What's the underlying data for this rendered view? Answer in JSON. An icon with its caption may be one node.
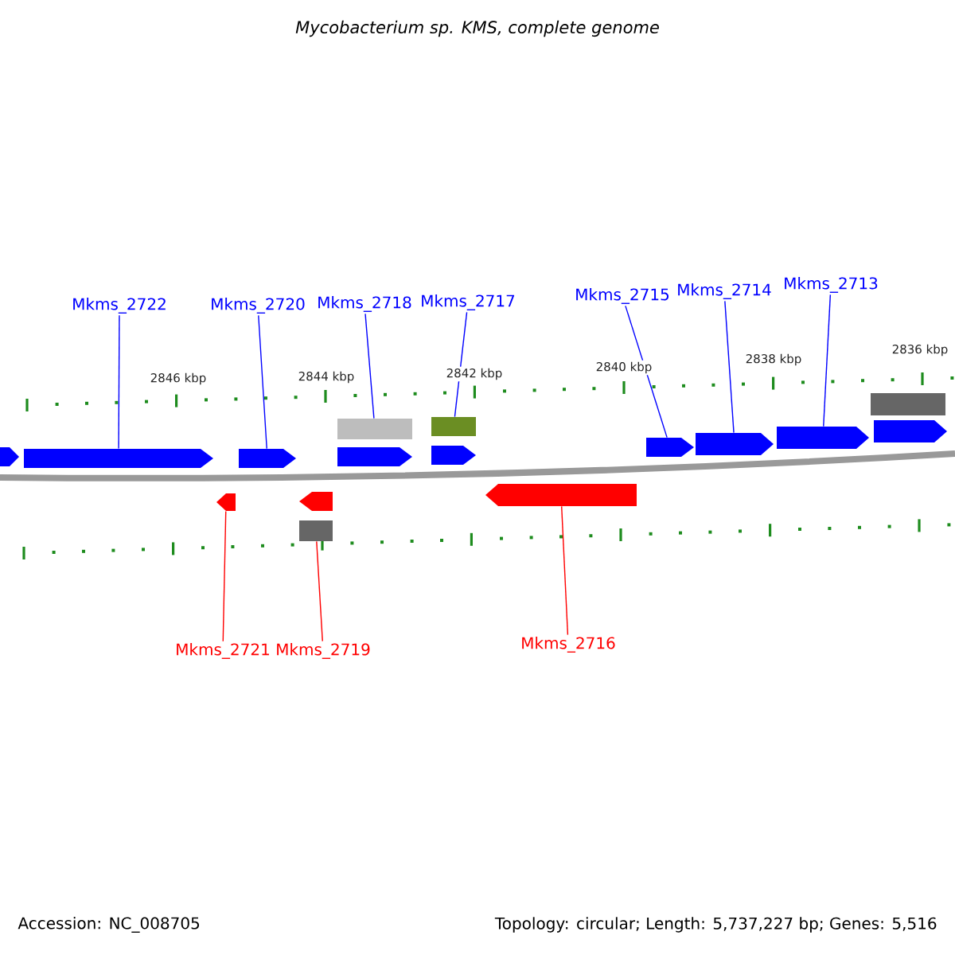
{
  "diagram": {
    "title": "Mycobacterium sp. KMS, complete genome",
    "nodes": [
      {
        "text": [
          "Mkms_2722"
        ]
      },
      {
        "text": [
          "Mkms_2720"
        ]
      },
      {
        "text": [
          "Mkms_2718"
        ]
      },
      {
        "text": [
          "Mkms_2717"
        ]
      },
      {
        "text": [
          "Mkms_2715"
        ]
      },
      {
        "text": [
          "Mkms_2714"
        ]
      },
      {
        "text": [
          "Mkms_2713"
        ]
      },
      {
        "text": [
          "Mkms_2721"
        ]
      },
      {
        "text": [
          "Mkms_2719"
        ]
      },
      {
        "text": [
          "Mkms_2716"
        ]
      },
      {
        "text": [],
        "shape": "pentagon"
      },
      {
        "text": [],
        "shape": "pentagon"
      },
      {
        "text": [],
        "shape": "pentagon"
      },
      {
        "text": [],
        "shape": "pentagon"
      },
      {
        "text": [],
        "shape": "pentagon"
      },
      {
        "text": [],
        "shape": "pentagon"
      },
      {
        "text": [],
        "shape": "pentagon"
      },
      {
        "text": [],
        "shape": "pentagon"
      },
      {
        "text": [],
        "shape": "pentagon"
      },
      {
        "text": [],
        "shape": "box"
      },
      {
        "text": [],
        "shape": "box"
      },
      {
        "text": [],
        "shape": "box"
      },
      {
        "text": [],
        "shape": "pentagon"
      },
      {
        "text": [],
        "shape": "pentagon"
      },
      {
        "text": [],
        "shape": "box"
      },
      {
        "text": [],
        "shape": "pentagon"
      }
    ],
    "edges": [
      {
        "from": 0,
        "to": 11,
        "arrow": "none"
      },
      {
        "from": 1,
        "to": 12,
        "arrow": "none"
      },
      {
        "from": 2,
        "to": 19,
        "arrow": "none"
      },
      {
        "from": 3,
        "to": 20,
        "arrow": "none"
      },
      {
        "from": 4,
        "to": 15,
        "arrow": "none"
      },
      {
        "from": 5,
        "to": 16,
        "arrow": "none"
      },
      {
        "from": 6,
        "to": 17,
        "arrow": "none"
      },
      {
        "from": 7,
        "to": 22,
        "arrow": "none",
        "color": "#ff0000"
      },
      {
        "from": 8,
        "to": 24,
        "arrow": "none",
        "color": "#ff0000"
      },
      {
        "from": 9,
        "to": 25,
        "arrow": "none",
        "color": "#ff0000"
      }
    ],
    "labels": [
      "2846 kbp",
      "2844 kbp",
      "2842 kbp",
      "2840 kbp",
      "2838 kbp",
      "2836 kbp",
      "Accession: NC_008705",
      "Topology: circular; Length: 5,737,227 bp; Genes: 5,516"
    ]
  }
}
